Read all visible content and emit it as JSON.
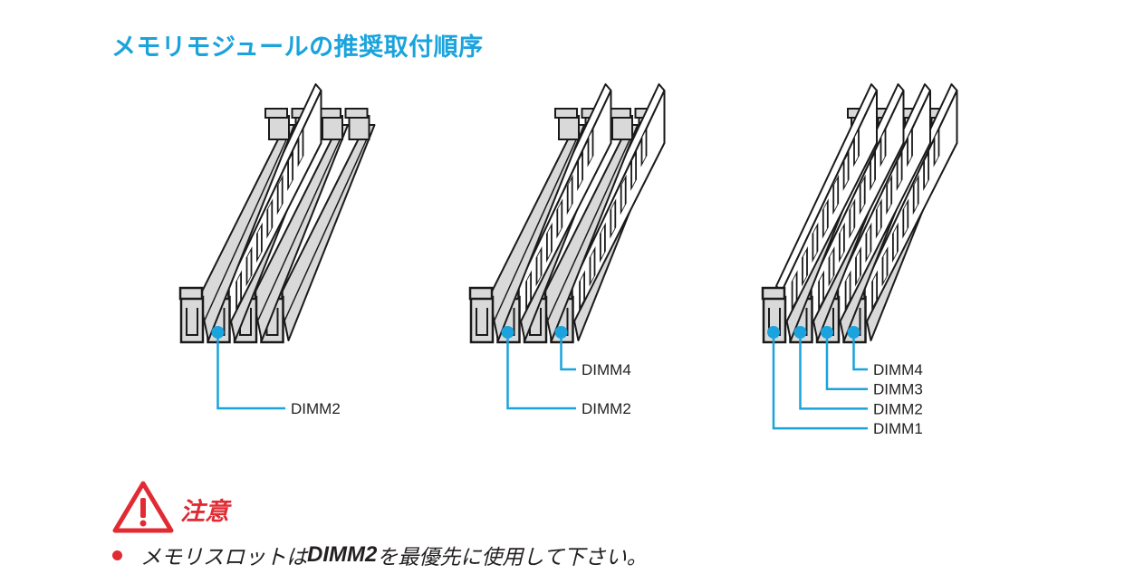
{
  "title": "メモリモジュールの推奨取付順序",
  "colors": {
    "accent": "#1aa3dc",
    "warning": "#e12b33",
    "text": "#231f20",
    "slot_fill": "#d9d9d9",
    "outline": "#1a1a1a"
  },
  "diagrams": [
    {
      "name": "one-module",
      "installed": [
        2
      ],
      "labels": [
        "DIMM2"
      ]
    },
    {
      "name": "two-modules",
      "installed": [
        2,
        4
      ],
      "labels": [
        "DIMM4",
        "DIMM2"
      ]
    },
    {
      "name": "four-modules",
      "installed": [
        1,
        2,
        3,
        4
      ],
      "labels": [
        "DIMM4",
        "DIMM3",
        "DIMM2",
        "DIMM1"
      ]
    }
  ],
  "caution": {
    "icon": "warning-triangle-icon",
    "title": "注意",
    "note_prefix": "メモリスロットは",
    "note_emphasis": "DIMM2",
    "note_suffix": "を最優先に使用して下さい。"
  }
}
